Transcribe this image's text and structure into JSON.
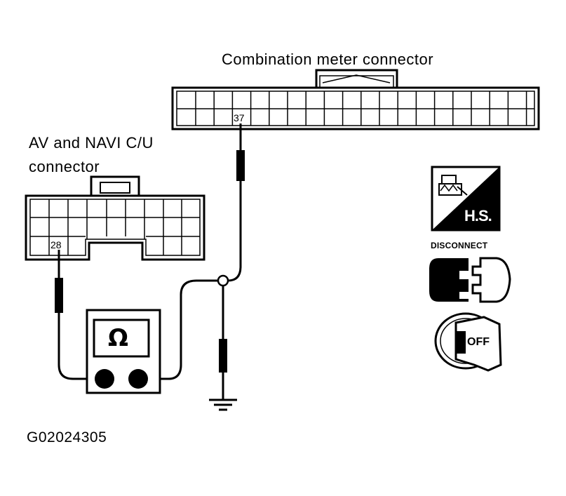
{
  "labels": {
    "combination_meter_connector": "Combination meter connector",
    "av_navi_line1": "AV and NAVI C/U",
    "av_navi_line2": "connector",
    "figure_code": "G02024305"
  },
  "pins": {
    "combination_meter_pin": "37",
    "av_navi_pin": "28"
  },
  "ohmmeter": {
    "symbol": "Ω"
  },
  "icons": {
    "hs_label": "H.S.",
    "disconnect_label": "DISCONNECT",
    "ignition_off_label": "OFF"
  }
}
